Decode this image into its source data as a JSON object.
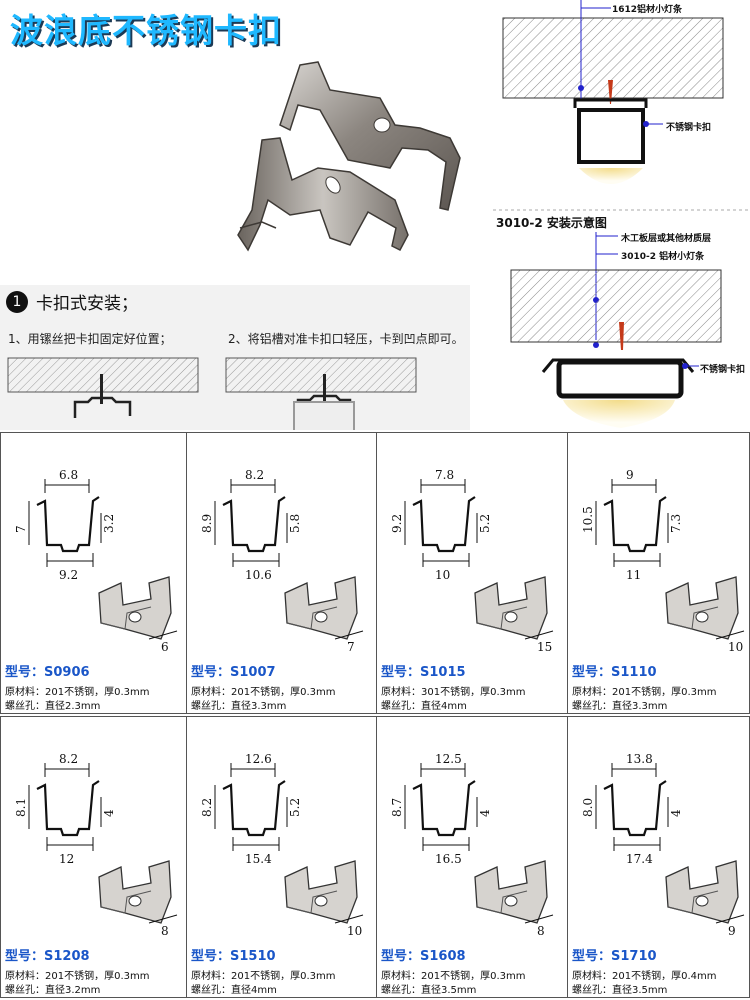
{
  "title": "波浪底不锈钢卡扣",
  "install": {
    "number": "1",
    "heading": "卡扣式安装；",
    "step1": "1、用镙丝把卡扣固定好位置；",
    "step2": "2、将铝槽对准卡扣口轻压，卡到凹点即可。"
  },
  "diagram1": {
    "label_top": "1612铝材小灯条",
    "label_clip": "不锈钢卡扣"
  },
  "diagram2": {
    "caption": "3010-2  安装示意图",
    "label_wood": "木工板层或其他材质层",
    "label_strip": "3010-2  铝材小灯条",
    "label_clip": "不锈钢卡扣"
  },
  "products": [
    {
      "model": "型号：S0906",
      "material": "原材料：201不锈钢，厚0.3mm",
      "hole": "螺丝孔：直径2.3mm",
      "top": "6.8",
      "left": "7",
      "right": "3.2",
      "bottom": "9.2",
      "len": "6"
    },
    {
      "model": "型号：S1007",
      "material": "原材料：201不锈钢，厚0.3mm",
      "hole": "螺丝孔：直径3.3mm",
      "top": "8.2",
      "left": "8.9",
      "right": "5.8",
      "bottom": "10.6",
      "len": "7"
    },
    {
      "model": "型号：S1015",
      "material": "原材料：301不锈钢，厚0.3mm",
      "hole": "螺丝孔：直径4mm",
      "top": "7.8",
      "left": "9.2",
      "right": "5.2",
      "bottom": "10",
      "len": "15"
    },
    {
      "model": "型号：S1110",
      "material": "原材料：201不锈钢，厚0.3mm",
      "hole": "螺丝孔：直径3.3mm",
      "top": "9",
      "left": "10.5",
      "right": "7.3",
      "bottom": "11",
      "len": "10"
    },
    {
      "model": "型号：S1208",
      "material": "原材料：201不锈钢，厚0.3mm",
      "hole": "螺丝孔：直径3.2mm",
      "top": "8.2",
      "left": "8.1",
      "right": "4",
      "bottom": "12",
      "len": "8"
    },
    {
      "model": "型号：S1510",
      "material": "原材料：201不锈钢，厚0.3mm",
      "hole": "螺丝孔：直径4mm",
      "top": "12.6",
      "left": "8.2",
      "right": "5.2",
      "bottom": "15.4",
      "len": "10"
    },
    {
      "model": "型号：S1608",
      "material": "原材料：201不锈钢，厚0.3mm",
      "hole": "螺丝孔：直径3.5mm",
      "top": "12.5",
      "left": "8.7",
      "right": "4",
      "bottom": "16.5",
      "len": "8"
    },
    {
      "model": "型号：S1710",
      "material": "原材料：201不锈钢，厚0.4mm",
      "hole": "螺丝孔：直径3.5mm",
      "top": "13.8",
      "left": "8.0",
      "right": "4",
      "bottom": "17.4",
      "len": "9"
    }
  ],
  "colors": {
    "title": "#1fb8ff",
    "model": "#1a56c8",
    "diagram_blue": "#2222cc",
    "led_glow": "#f7e9b0"
  }
}
